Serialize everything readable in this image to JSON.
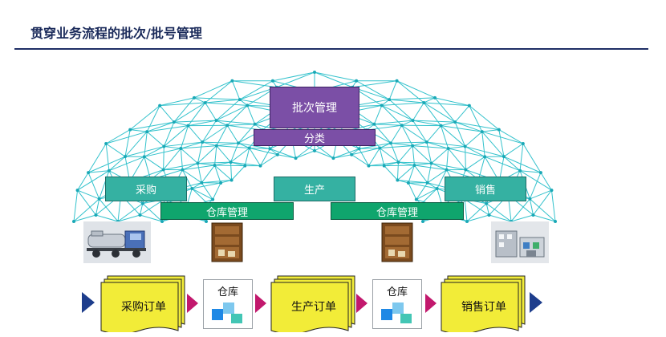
{
  "title": "贯穿业务流程的批次/批号管理",
  "top": {
    "batch_label": "批次管理",
    "category_label": "分类"
  },
  "process": {
    "purchase_label": "采购",
    "production_label": "生产",
    "sales_label": "销售",
    "warehouse_left_label": "仓库管理",
    "warehouse_right_label": "仓库管理"
  },
  "flow": {
    "purchase_order": "采购订单",
    "warehouse_1": "仓库",
    "production_order": "生产订单",
    "warehouse_2": "仓库",
    "sales_order": "销售订单"
  },
  "colors": {
    "navy": "#1f2f66",
    "purple": "#7b4fa6",
    "teal": "#35b1a2",
    "green": "#0fa56d",
    "net": "#33c2cc",
    "paper": "#f2ec38",
    "arrow_blue": "#1d3d8c",
    "arrow_magenta": "#c2186d"
  }
}
